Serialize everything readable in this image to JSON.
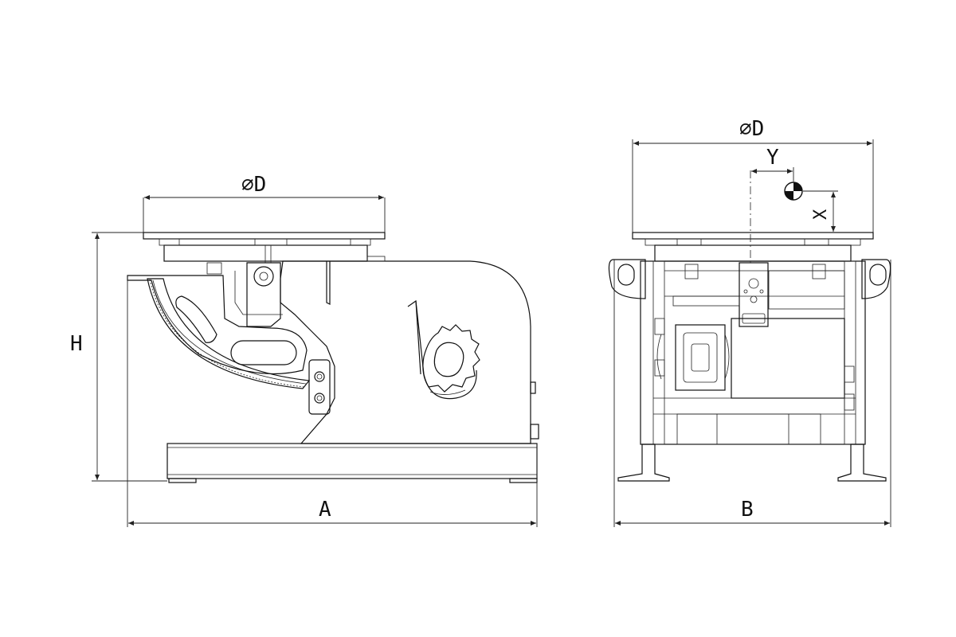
{
  "labels": {
    "side_diameter": "∅D",
    "side_height": "H",
    "side_length": "A",
    "front_diameter": "∅D",
    "front_width": "B",
    "cg_offset_y": "Y",
    "cg_offset_x": "X"
  },
  "colors": {
    "line": "#111111",
    "background": "#ffffff"
  }
}
